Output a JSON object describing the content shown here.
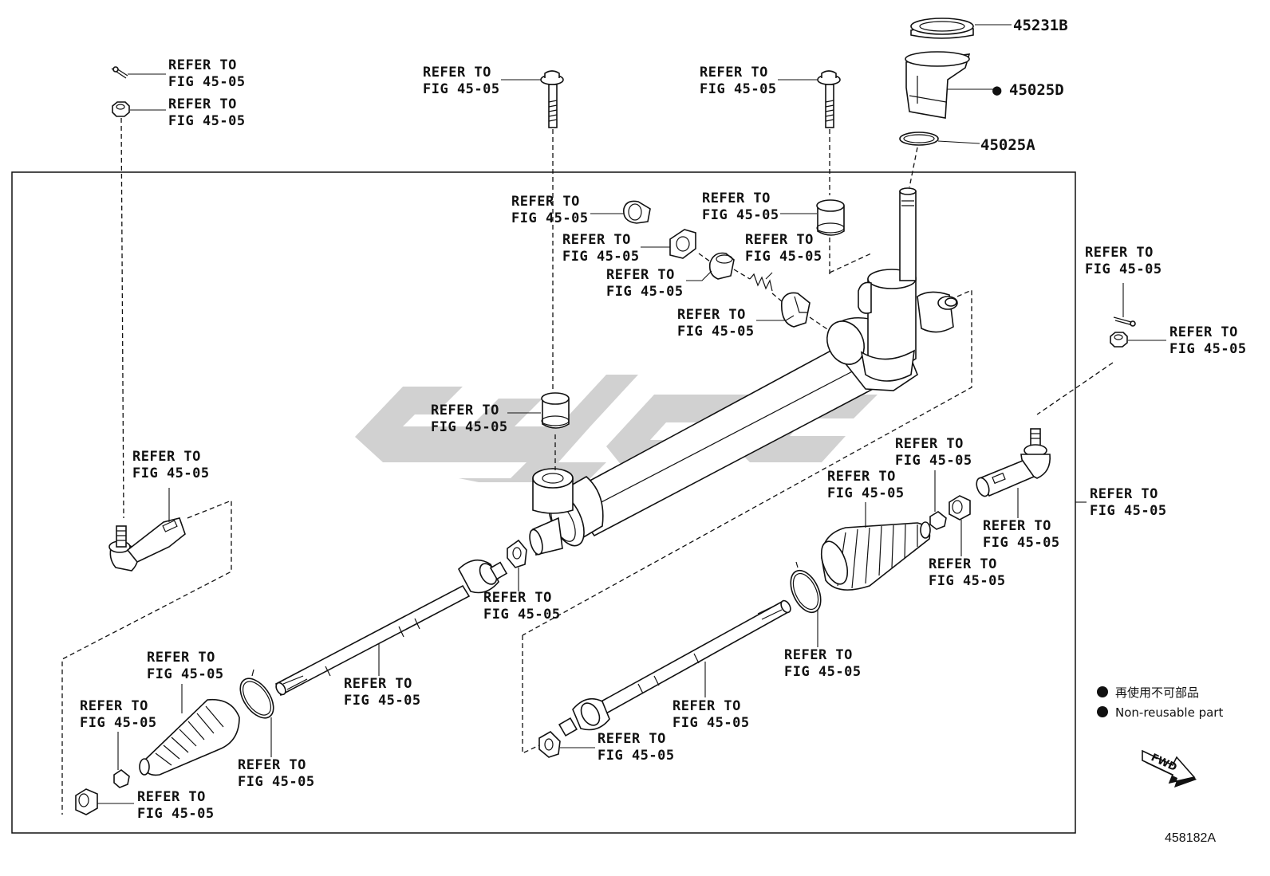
{
  "diagram": {
    "refer_line1": "REFER TO",
    "refer_line2": "FIG 45-05",
    "part_numbers": {
      "top_ring": "45231B",
      "boot_seal": "45025D",
      "o_ring": "45025A"
    },
    "non_reusable_marker": "●",
    "legend": {
      "japanese": "再使用不可部品",
      "english": "Non-reusable part"
    },
    "fwd_label": "FWD",
    "figure_number": "458182A",
    "watermark_text": "wgc"
  }
}
